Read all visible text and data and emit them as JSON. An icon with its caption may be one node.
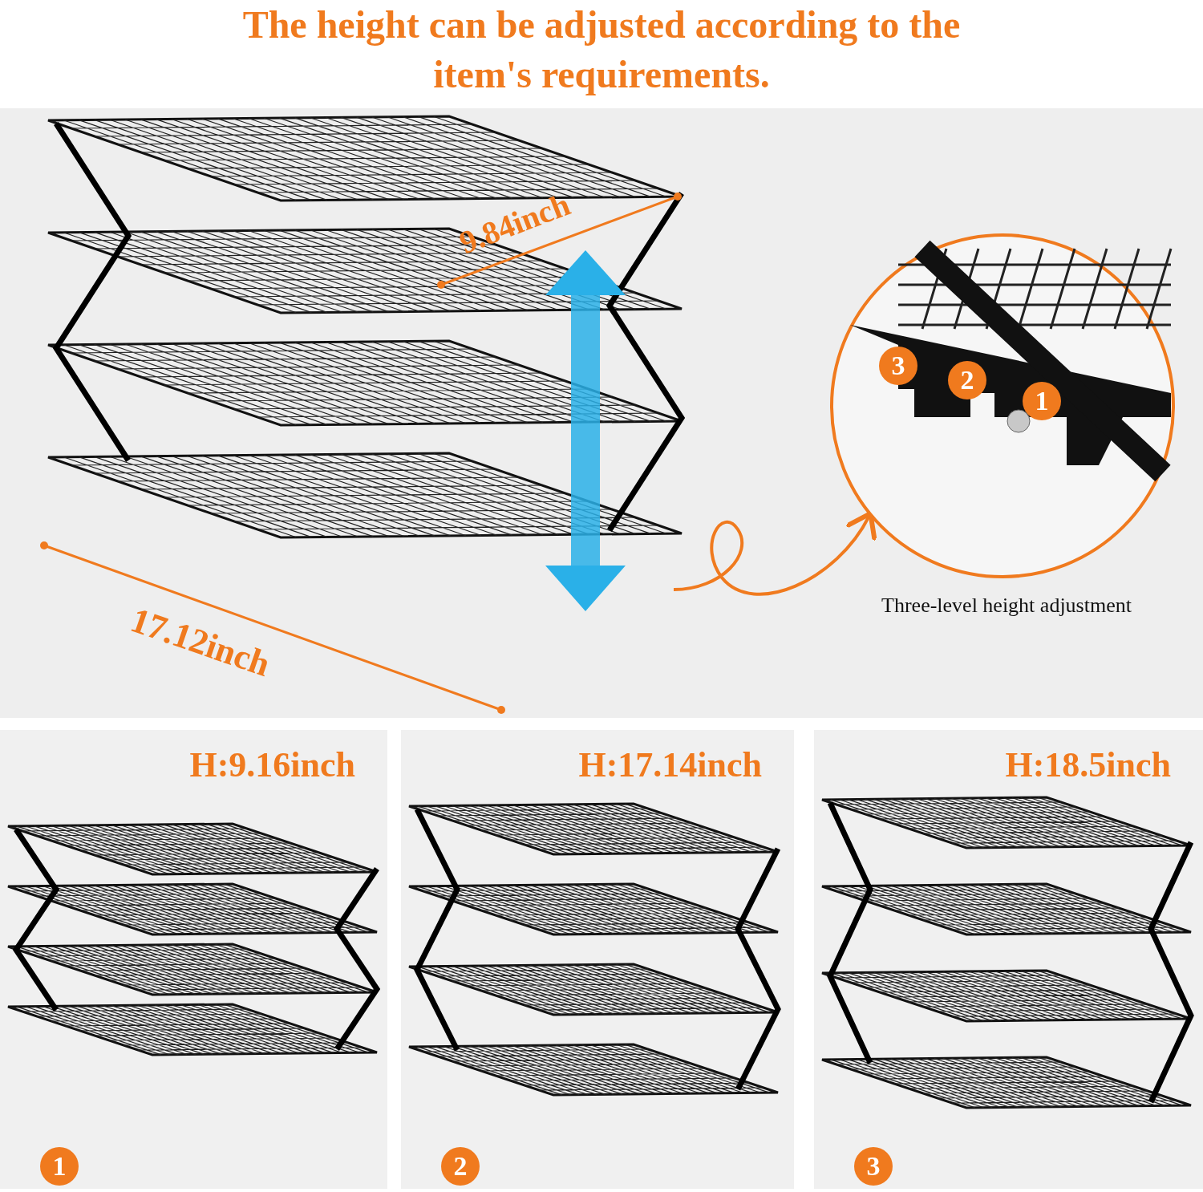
{
  "diagram": {
    "title": "The height can be adjusted according to the item's requirements.",
    "nodes": [
      {
        "text": [],
        "shape": "picture"
      },
      {
        "text": [],
        "shape": "circle",
        "beside": [
          "Three-level height adjustment"
        ]
      },
      {
        "text": [
          "H:9.16inch",
          "1"
        ]
      },
      {
        "text": [
          "H:17.14inch",
          "2"
        ]
      },
      {
        "text": [
          "H:18.5inch",
          "3"
        ]
      }
    ],
    "edges": [
      {
        "from": 0,
        "to": 1,
        "arrow": "to"
      }
    ],
    "labels": [
      "9.84inch",
      "17.12inch",
      "3",
      "2",
      "1"
    ]
  }
}
